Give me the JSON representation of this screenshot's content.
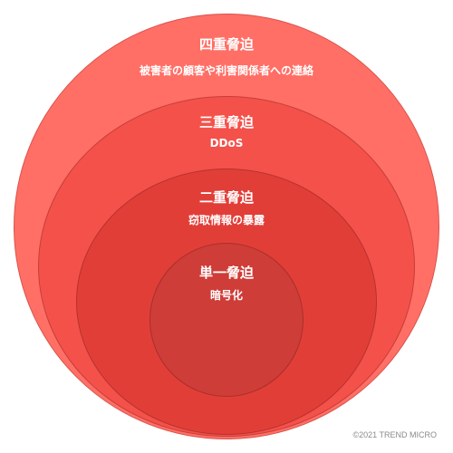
{
  "diagram": {
    "layers": [
      {
        "title": "四重脅迫",
        "subtitle": "被害者の顧客や利害関係者への連絡",
        "color": "#ff6f66"
      },
      {
        "title": "三重脅迫",
        "subtitle": "DDoS",
        "color": "#f4514a"
      },
      {
        "title": "二重脅迫",
        "subtitle": "窃取情報の暴露",
        "color": "#e23e38"
      },
      {
        "title": "単一脅迫",
        "subtitle": "暗号化",
        "color": "#cf3d38"
      }
    ]
  },
  "footer": {
    "copyright": "©2021 TREND MICRO"
  }
}
